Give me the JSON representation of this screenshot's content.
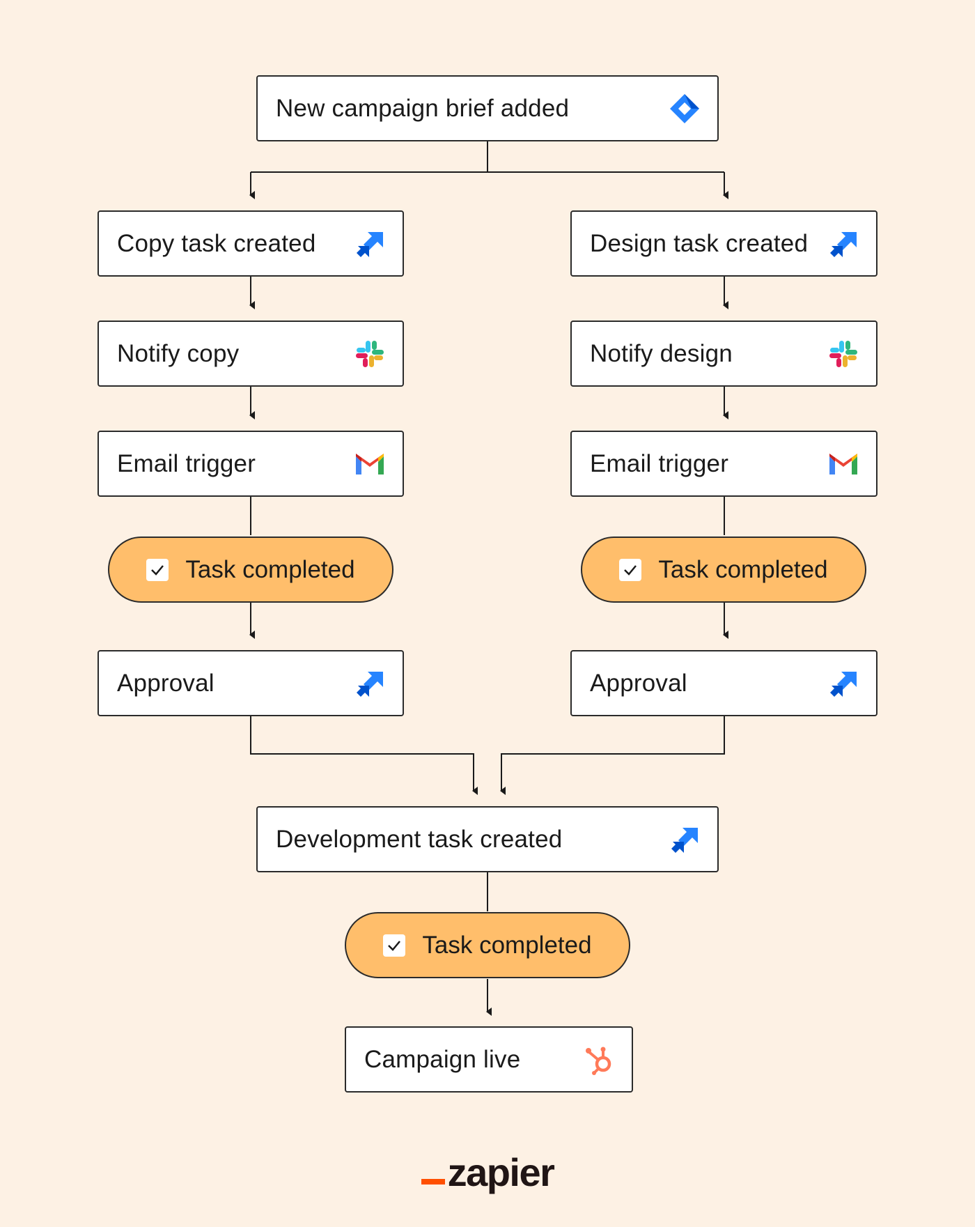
{
  "nodes": {
    "campaign_brief": {
      "label": "New campaign brief added",
      "icon": "jira-icon"
    },
    "copy_task": {
      "label": "Copy task created",
      "icon": "jira-software-icon"
    },
    "design_task": {
      "label": "Design task created",
      "icon": "jira-software-icon"
    },
    "notify_copy": {
      "label": "Notify copy",
      "icon": "slack-icon"
    },
    "notify_design": {
      "label": "Notify design",
      "icon": "slack-icon"
    },
    "email_left": {
      "label": "Email trigger",
      "icon": "gmail-icon"
    },
    "email_right": {
      "label": "Email trigger",
      "icon": "gmail-icon"
    },
    "task_left": {
      "label": "Task completed",
      "icon": "checkbox-icon"
    },
    "task_right": {
      "label": "Task completed",
      "icon": "checkbox-icon"
    },
    "approval_left": {
      "label": "Approval",
      "icon": "jira-software-icon"
    },
    "approval_right": {
      "label": "Approval",
      "icon": "jira-software-icon"
    },
    "dev_task": {
      "label": "Development task created",
      "icon": "jira-software-icon"
    },
    "task_dev": {
      "label": "Task completed",
      "icon": "checkbox-icon"
    },
    "campaign_live": {
      "label": "Campaign live",
      "icon": "hubspot-icon"
    }
  },
  "brand": {
    "name": "zapier"
  },
  "colors": {
    "background": "#fdf1e4",
    "pill": "#ffbe6b",
    "jira_blue": "#2684ff",
    "hubspot_orange": "#ff7a59",
    "zapier_orange": "#ff4f00"
  }
}
